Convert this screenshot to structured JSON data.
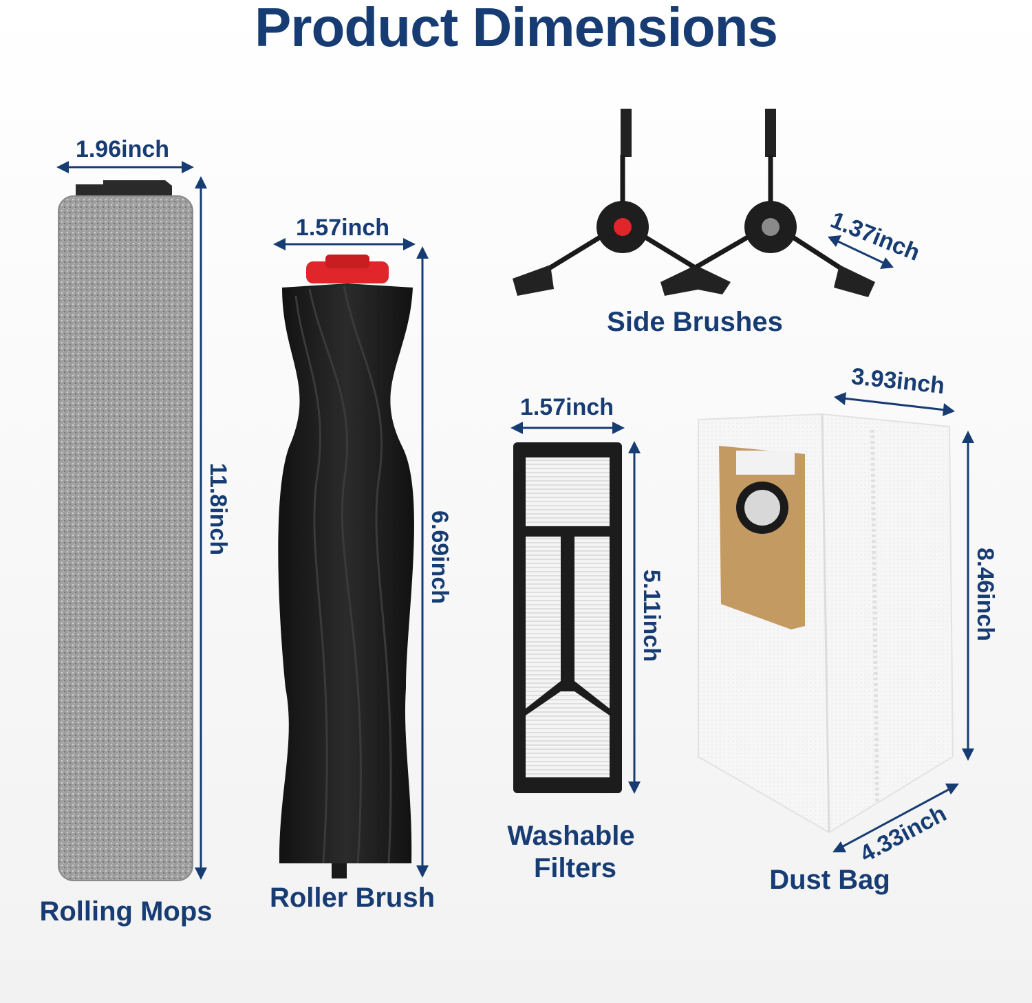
{
  "title": "Product Dimensions",
  "products": {
    "rolling_mops": {
      "label": "Rolling Mops",
      "width": "1.96inch",
      "height": "11.8inch"
    },
    "roller_brush": {
      "label": "Roller Brush",
      "width": "1.57inch",
      "height": "6.69inch"
    },
    "side_brushes": {
      "label": "Side Brushes",
      "length": "1.37inch"
    },
    "filters": {
      "label_line1": "Washable",
      "label_line2": "Filters",
      "width": "1.57inch",
      "height": "5.11inch"
    },
    "dust_bag": {
      "label": "Dust Bag",
      "width": "3.93inch",
      "height": "8.46inch",
      "depth": "4.33inch"
    }
  },
  "colors": {
    "text": "#173c73",
    "mop": "#9a9a9a",
    "brush": "#1f1f1f",
    "accent_red": "#e0262a",
    "bag": "#f4f4f4",
    "cardboard": "#c49a63"
  }
}
